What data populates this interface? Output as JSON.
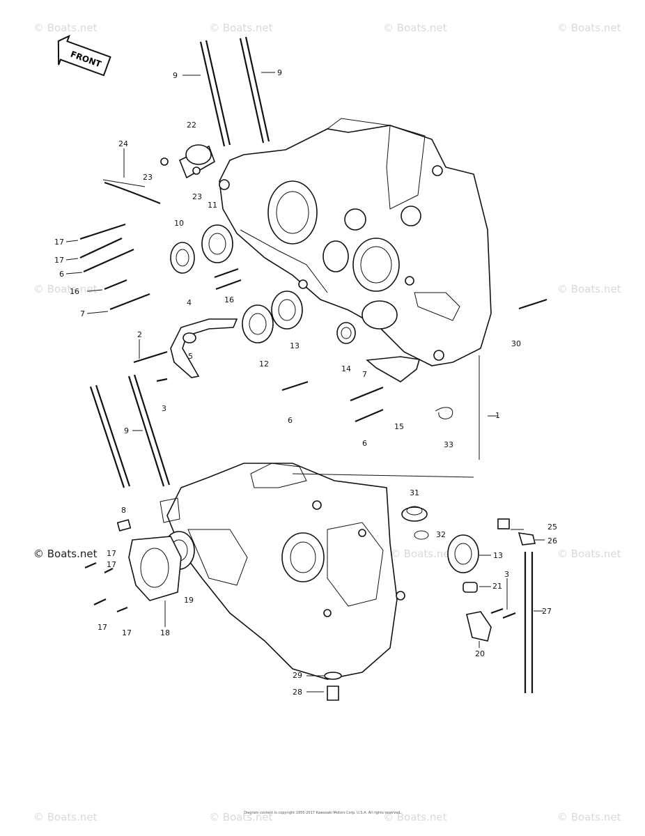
{
  "watermark": "© Boats.net",
  "front_arrow": "FRONT",
  "copyright": "Diagram content is copyright 1955-2017 Kawasaki Motors Corp. U.S.A. All rights reserved.",
  "callouts": {
    "c9a": "9",
    "c9b": "9",
    "c22": "22",
    "c24": "24",
    "c23a": "23",
    "c23b": "23",
    "c11": "11",
    "c10": "10",
    "c17a": "17",
    "c17b": "17",
    "c6a": "6",
    "c16a": "16",
    "c7a": "7",
    "c4": "4",
    "c16b": "16",
    "c13a": "13",
    "c12": "12",
    "c14": "14",
    "c2": "2",
    "c5": "5",
    "c3a": "3",
    "c6b": "6",
    "c7b": "7",
    "c15": "15",
    "c6c": "6",
    "c30": "30",
    "c33": "33",
    "c1": "1",
    "c9c": "9",
    "c8": "8",
    "c31": "31",
    "c32": "32",
    "c25": "25",
    "c26": "26",
    "c13b": "13",
    "c17c": "17",
    "c17d": "17",
    "c19": "19",
    "c21": "21",
    "c3b": "3",
    "c27": "27",
    "c17e": "17",
    "c17f": "17",
    "c18": "18",
    "c20": "20",
    "c29": "29",
    "c28": "28"
  },
  "colors": {
    "line": "#111111",
    "watermark": "#d9d9d9",
    "background": "#ffffff"
  }
}
